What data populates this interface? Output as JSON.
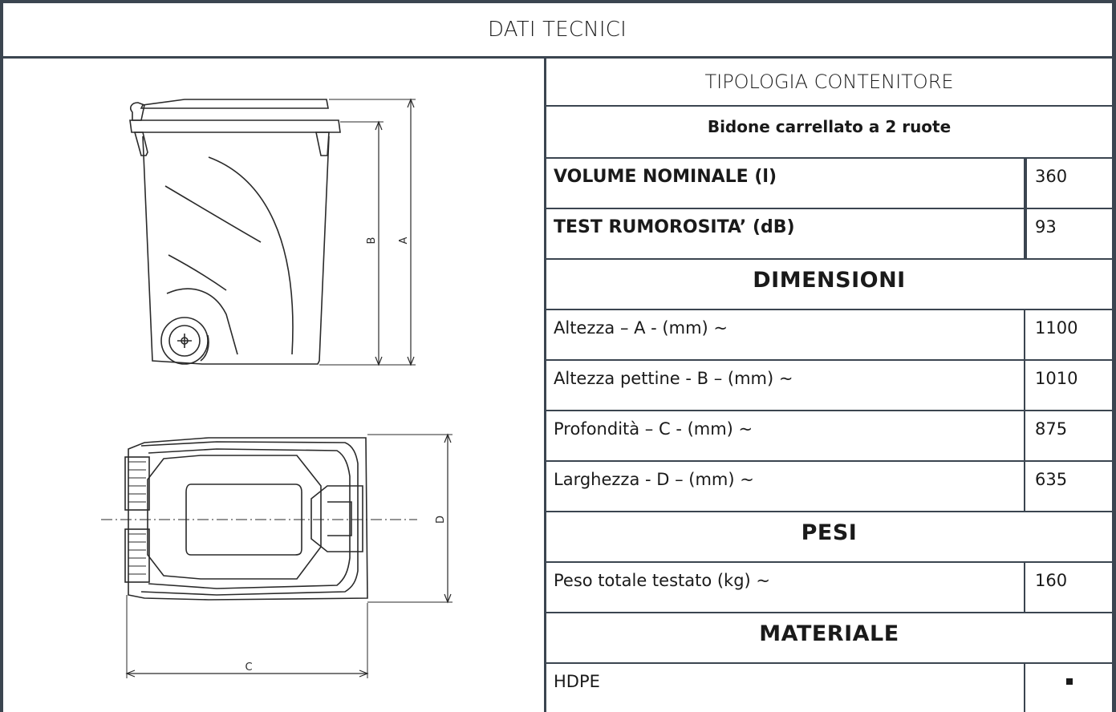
{
  "header": {
    "title": "DATI TECNICI"
  },
  "drawing": {
    "label_a": "A",
    "label_b": "B",
    "label_c": "C",
    "label_d": "D"
  },
  "table": {
    "tipologia_heading": "TIPOLOGIA CONTENITORE",
    "tipologia_value": "Bidone carrellato a 2 ruote",
    "volume": {
      "label": "VOLUME NOMINALE (l)",
      "value": "360"
    },
    "rumorosita": {
      "label": "TEST RUMOROSITA’ (dB)",
      "value": "93"
    },
    "dimensioni_heading": "DIMENSIONI",
    "dimensioni": [
      {
        "label": "Altezza – A -  (mm) ~",
        "value": "1100"
      },
      {
        "label": "Altezza pettine - B – (mm) ~",
        "value": "1010"
      },
      {
        "label": "Profondità – C - (mm) ~",
        "value": "875"
      },
      {
        "label": "Larghezza - D – (mm) ~",
        "value": "635"
      }
    ],
    "pesi_heading": "PESI",
    "peso": {
      "label": "Peso totale testato (kg) ~",
      "value": "160"
    },
    "materiale_heading": "MATERIALE",
    "materiale": {
      "label": "HDPE",
      "marker": "check-square-icon"
    }
  }
}
